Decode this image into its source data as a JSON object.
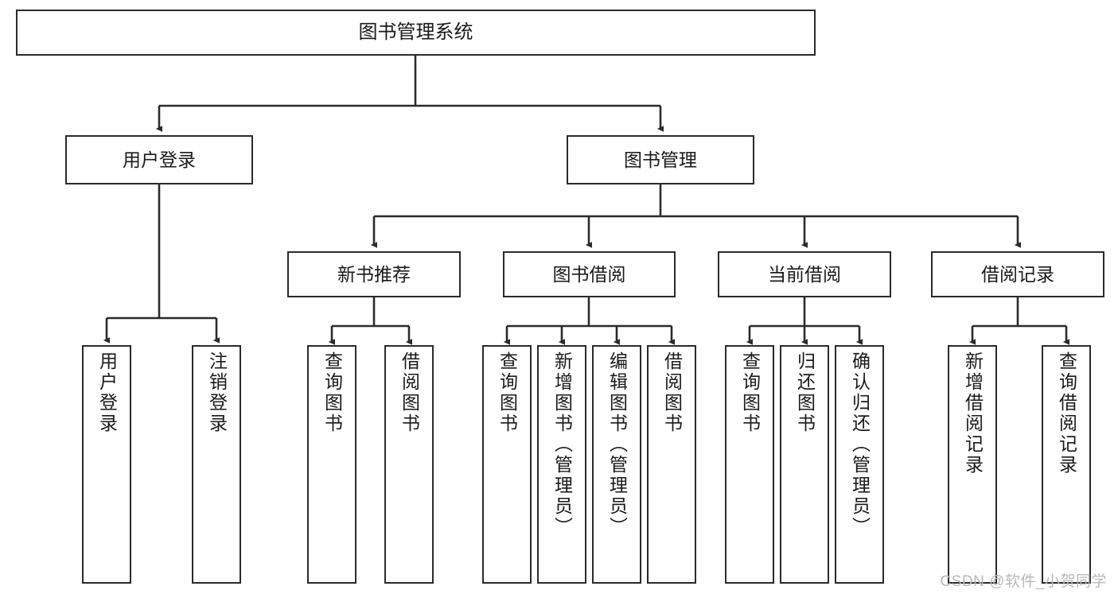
{
  "diagram": {
    "title": "图书管理系统",
    "type": "tree-hierarchy-chart",
    "watermark": "CSDN @软件_小贺同学",
    "colors": {
      "box_border": "#2b2b2b",
      "box_fill": "#ffffff",
      "connector": "#2b2b2b",
      "text": "#1a1a1a",
      "watermark": "#b9b9b9",
      "background": "#ffffff"
    },
    "root": {
      "id": "root",
      "label": "图书管理系统"
    },
    "level2": [
      {
        "id": "user-login",
        "label": "用户登录"
      },
      {
        "id": "book-management",
        "label": "图书管理"
      }
    ],
    "level3": [
      {
        "id": "new-book-recommend",
        "label": "新书推荐",
        "parent": "book-management"
      },
      {
        "id": "book-borrow",
        "label": "图书借阅",
        "parent": "book-management"
      },
      {
        "id": "current-borrow",
        "label": "当前借阅",
        "parent": "book-management"
      },
      {
        "id": "borrow-record",
        "label": "借阅记录",
        "parent": "book-management"
      }
    ],
    "leaves": {
      "user-login": [
        {
          "id": "leaf-user-login",
          "label": "用户登录"
        },
        {
          "id": "leaf-user-logout",
          "label": "注销登录"
        }
      ],
      "new-book-recommend": [
        {
          "id": "leaf-query-book-1",
          "label": "查询图书"
        },
        {
          "id": "leaf-borrow-book-1",
          "label": "借阅图书"
        }
      ],
      "book-borrow": [
        {
          "id": "leaf-query-book-2",
          "label": "查询图书"
        },
        {
          "id": "leaf-add-book",
          "label": "新增图书（管理员）"
        },
        {
          "id": "leaf-edit-book",
          "label": "编辑图书（管理员）"
        },
        {
          "id": "leaf-borrow-book-2",
          "label": "借阅图书"
        }
      ],
      "current-borrow": [
        {
          "id": "leaf-query-book-3",
          "label": "查询图书"
        },
        {
          "id": "leaf-return-book",
          "label": "归还图书"
        },
        {
          "id": "leaf-confirm-return",
          "label": "确认归还（管理员）"
        }
      ],
      "borrow-record": [
        {
          "id": "leaf-add-record",
          "label": "新增借阅记录"
        },
        {
          "id": "leaf-query-record",
          "label": "查询借阅记录"
        }
      ]
    }
  }
}
